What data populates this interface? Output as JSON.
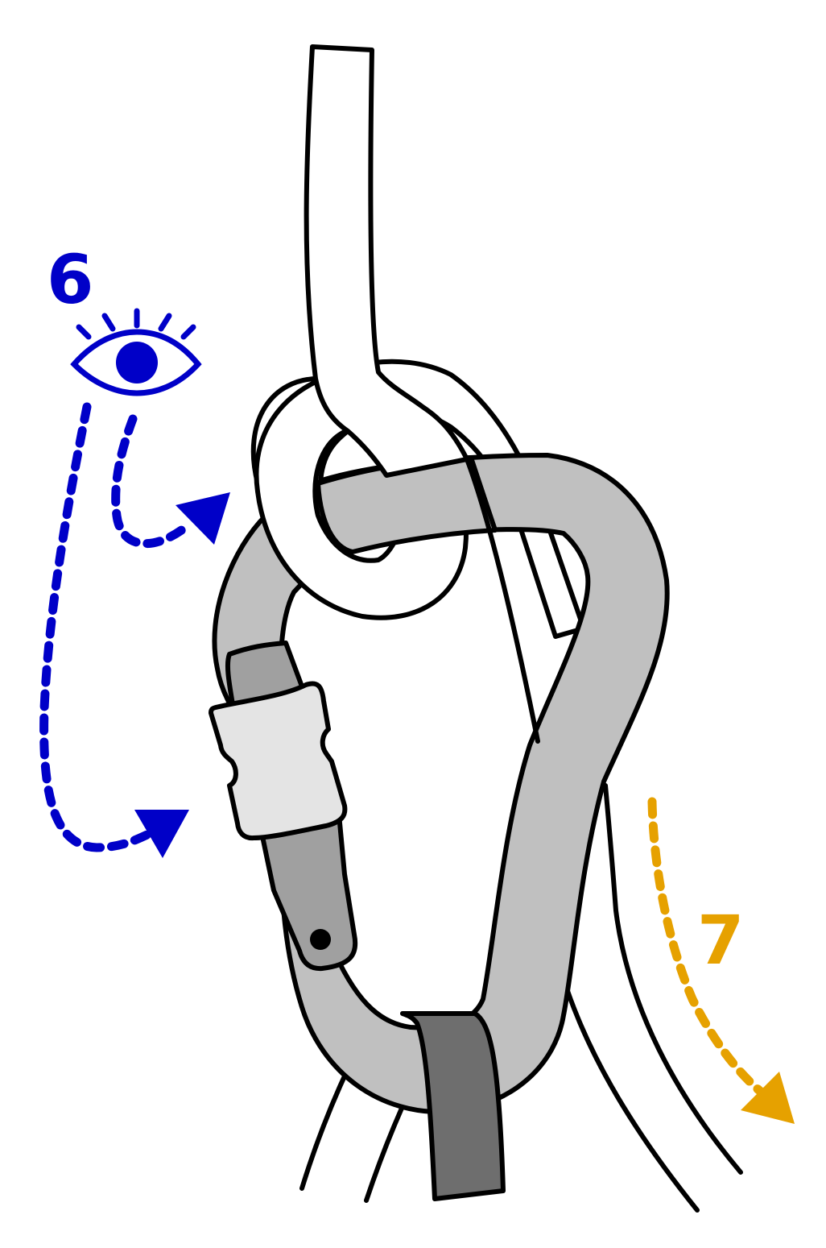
{
  "steps": [
    {
      "number": "6",
      "color": "#0000c8",
      "meaning": "check-gate-visually",
      "icon": "eye-icon"
    },
    {
      "number": "7",
      "color": "#e6a100",
      "meaning": "pull-rope-down"
    }
  ],
  "colors": {
    "outline": "#000000",
    "rope": "#ffffff",
    "carabiner": "#c0c0c0",
    "gate": "#a0a0a0",
    "lock_sleeve": "#e4e4e4",
    "sling": "#6e6e6e"
  }
}
